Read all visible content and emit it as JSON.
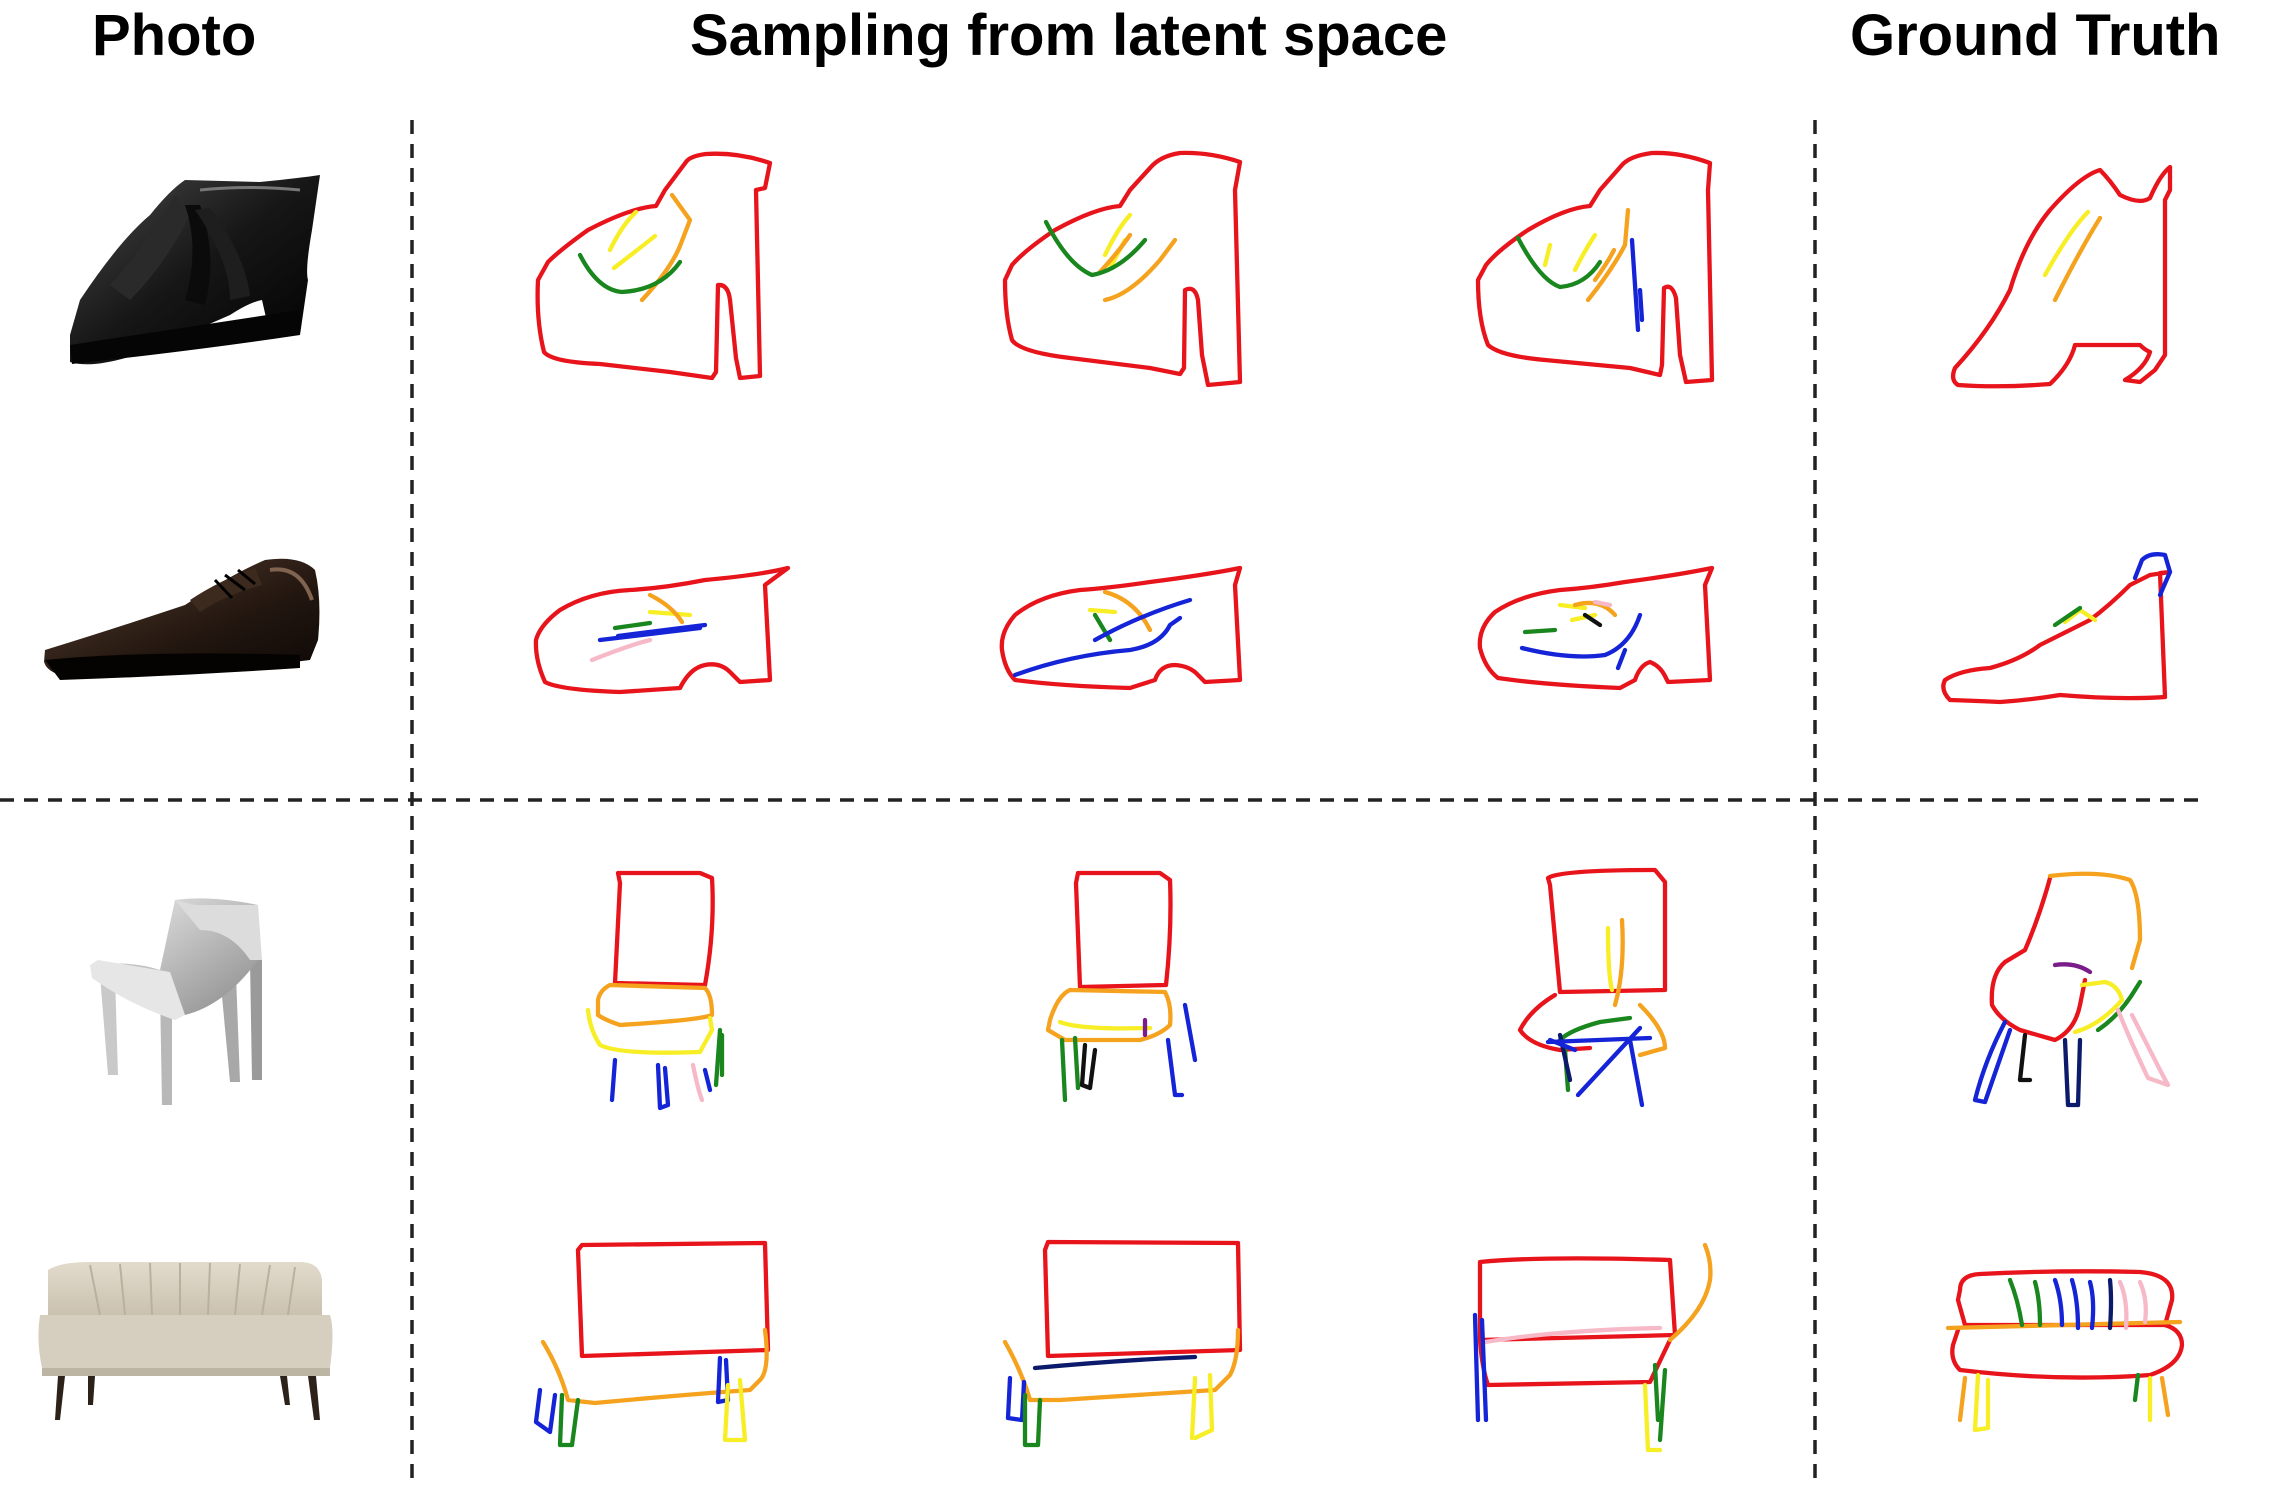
{
  "headers": {
    "photo": "Photo",
    "sampling": "Sampling from latent space",
    "ground_truth": "Ground Truth"
  },
  "colors": {
    "outline": "#e8141b",
    "orange": "#f5a21e",
    "yellow": "#f7ee25",
    "green": "#19861e",
    "blue": "#1424d6",
    "pink": "#f7b8c8",
    "navy": "#0c1a6b",
    "black": "#111111",
    "purple": "#7a1d8a"
  },
  "rows": [
    {
      "photo": "black-leather-heeled-shoe-photo",
      "samples": 3,
      "ground_truth": 1
    },
    {
      "photo": "brown-oxford-shoe-photo",
      "samples": 3,
      "ground_truth": 1
    },
    {
      "photo": "grey-armchair-photo",
      "samples": 3,
      "ground_truth": 1
    },
    {
      "photo": "beige-sofa-photo",
      "samples": 3,
      "ground_truth": 1
    }
  ]
}
